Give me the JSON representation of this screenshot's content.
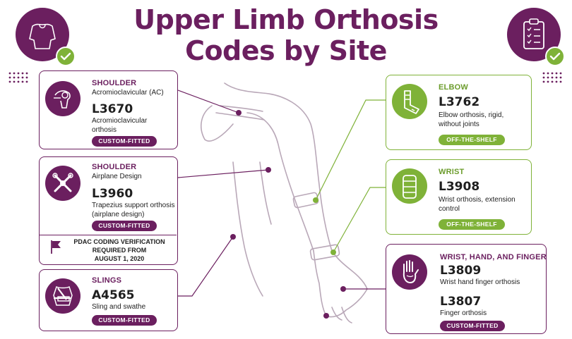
{
  "title": "Upper Limb Orthosis Codes by Site",
  "colors": {
    "primary": "#6b1f5f",
    "accent": "#7fb238"
  },
  "corner_icons": {
    "left": "torso-icon",
    "right": "clipboard-checklist-icon"
  },
  "cards": {
    "shoulder_ac": {
      "site": "SHOULDER",
      "subtitle": "Acromioclavicular (AC)",
      "code": "L3670",
      "description": "Acromioclavicular orthosis",
      "fit": "CUSTOM-FITTED",
      "icon": "shoulder-joint-icon"
    },
    "shoulder_airplane": {
      "site": "SHOULDER",
      "subtitle": "Airplane Design",
      "code": "L3960",
      "description": "Trapezius support orthosis (airplane design)",
      "fit": "CUSTOM-FITTED",
      "icon": "airplane-brace-icon"
    },
    "pdac": {
      "text_line1": "PDAC CODING VERIFICATION",
      "text_line2": "REQUIRED FROM",
      "text_line3": "AUGUST 1, 2020",
      "icon": "flag-icon"
    },
    "slings": {
      "site": "SLINGS",
      "code": "A4565",
      "description": "Sling and swathe",
      "fit": "CUSTOM-FITTED",
      "icon": "sling-icon"
    },
    "elbow": {
      "site": "ELBOW",
      "code": "L3762",
      "description": "Elbow orthosis, rigid, without joints",
      "fit": "OFF-THE-SHELF",
      "icon": "elbow-brace-icon"
    },
    "wrist": {
      "site": "WRIST",
      "code": "L3908",
      "description": "Wrist orthosis, extension control",
      "fit": "OFF-THE-SHELF",
      "icon": "wrist-brace-icon"
    },
    "whf": {
      "site": "WRIST, HAND, AND FINGER",
      "code1": "L3809",
      "description1": "Wrist hand finger orthosis",
      "code2": "L3807",
      "description2": "Finger orthosis",
      "fit": "CUSTOM-FITTED",
      "icon": "hand-icon"
    }
  }
}
